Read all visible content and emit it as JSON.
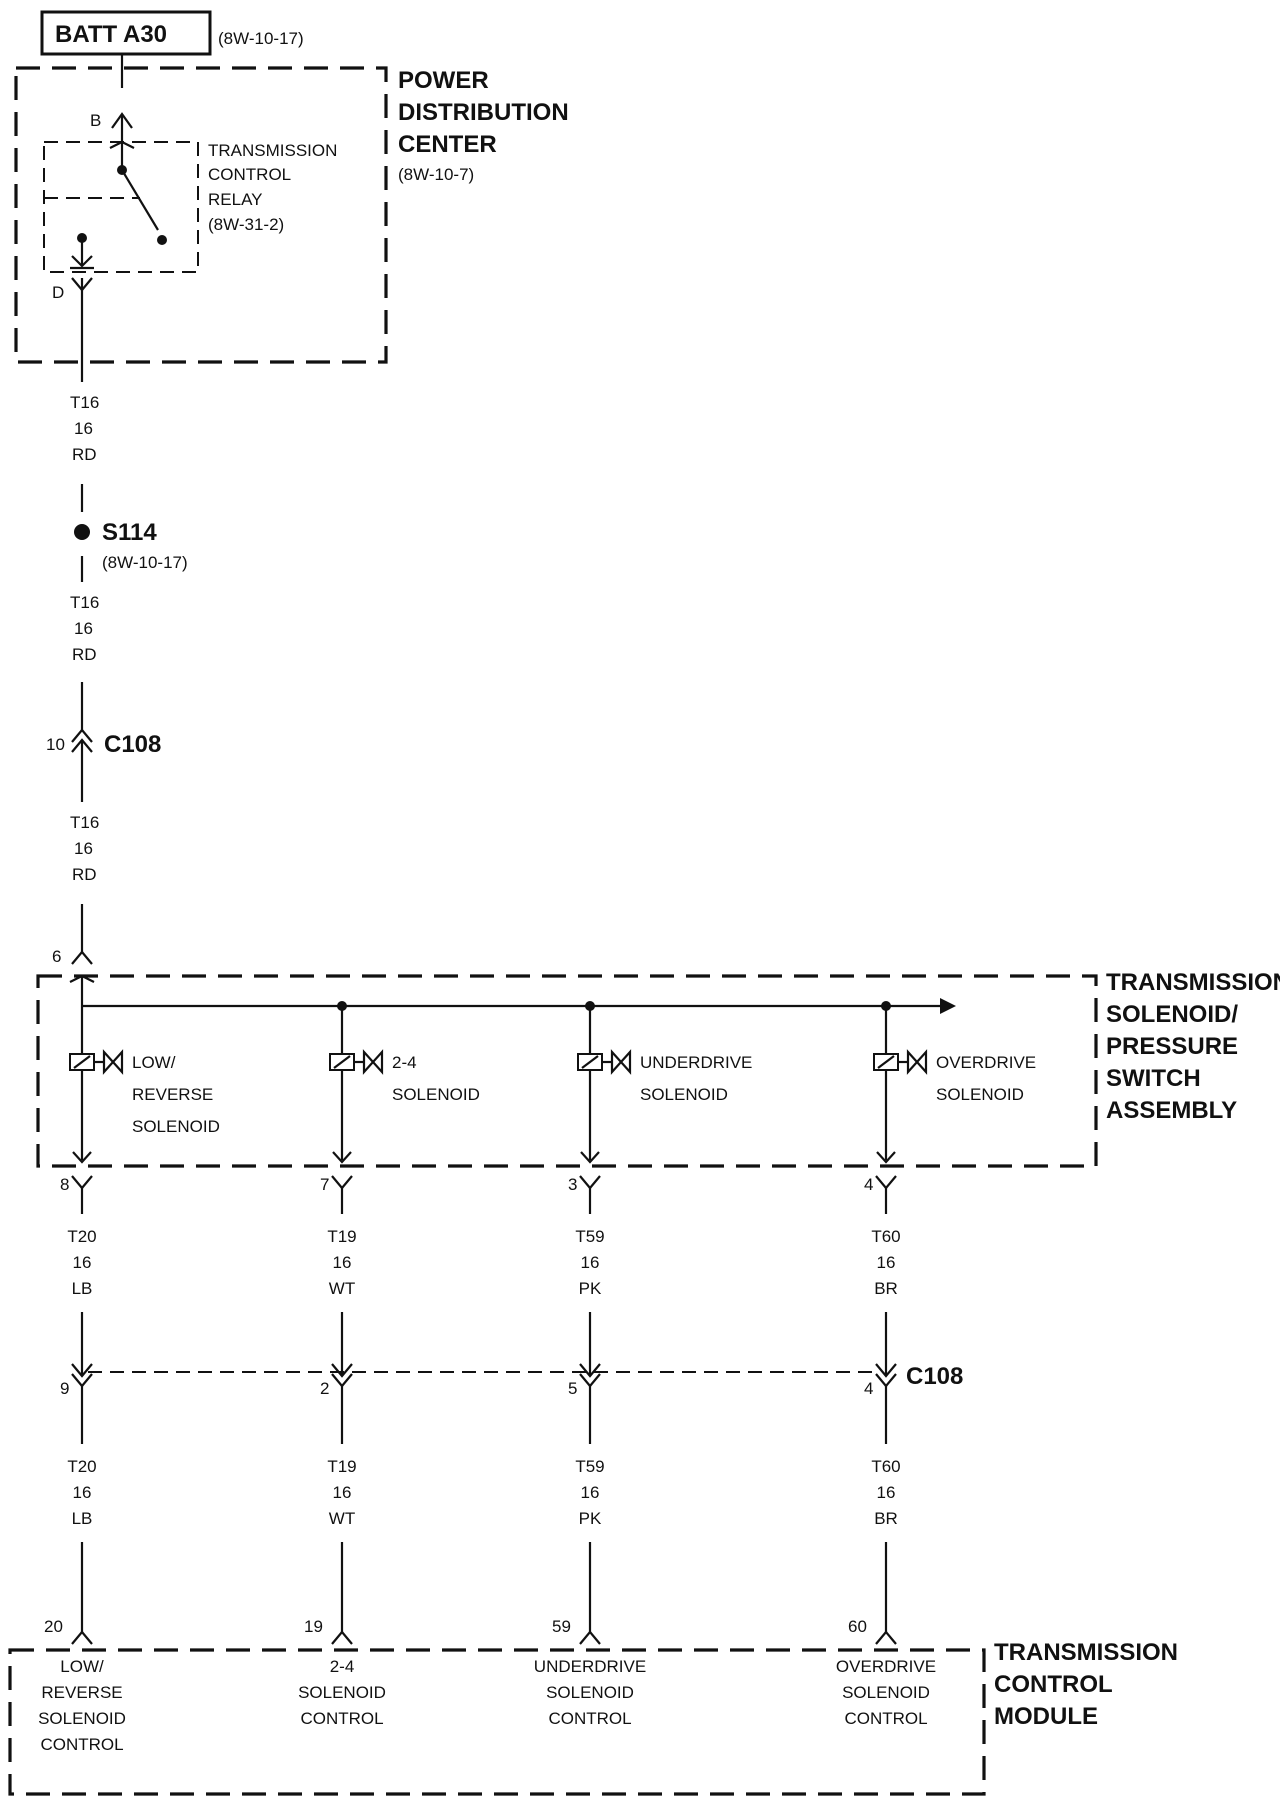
{
  "batt": {
    "label": "BATT A30",
    "ref": "(8W-10-17)"
  },
  "pdc": {
    "line1": "POWER",
    "line2": "DISTRIBUTION",
    "line3": "CENTER",
    "ref": "(8W-10-7)",
    "pin_top": "B",
    "pin_bottom": "D"
  },
  "relay": {
    "line1": "TRANSMISSION",
    "line2": "CONTROL",
    "line3": "RELAY",
    "ref": "(8W-31-2)"
  },
  "wire_t16": {
    "circuit": "T16",
    "gauge": "16",
    "color": "RD"
  },
  "splice": {
    "label": "S114",
    "ref": "(8W-10-17)"
  },
  "c108_top": {
    "label": "C108",
    "pin": "10"
  },
  "assembly": {
    "line1": "TRANSMISSION",
    "line2": "SOLENOID/",
    "line3": "PRESSURE",
    "line4": "SWITCH",
    "line5": "ASSEMBLY",
    "pin_in": "6"
  },
  "solenoids": [
    {
      "l1": "LOW/",
      "l2": "REVERSE",
      "l3": "SOLENOID",
      "pin_out": "8",
      "circuit": "T20",
      "gauge": "16",
      "color": "LB",
      "c108_pin": "9",
      "tcm_pin": "20",
      "tcm1": "LOW/",
      "tcm2": "REVERSE",
      "tcm3": "SOLENOID",
      "tcm4": "CONTROL"
    },
    {
      "l1": "2-4",
      "l2": "SOLENOID",
      "l3": "",
      "pin_out": "7",
      "circuit": "T19",
      "gauge": "16",
      "color": "WT",
      "c108_pin": "2",
      "tcm_pin": "19",
      "tcm1": "2-4",
      "tcm2": "SOLENOID",
      "tcm3": "CONTROL",
      "tcm4": ""
    },
    {
      "l1": "UNDERDRIVE",
      "l2": "SOLENOID",
      "l3": "",
      "pin_out": "3",
      "circuit": "T59",
      "gauge": "16",
      "color": "PK",
      "c108_pin": "5",
      "tcm_pin": "59",
      "tcm1": "UNDERDRIVE",
      "tcm2": "SOLENOID",
      "tcm3": "CONTROL",
      "tcm4": ""
    },
    {
      "l1": "OVERDRIVE",
      "l2": "SOLENOID",
      "l3": "",
      "pin_out": "4",
      "circuit": "T60",
      "gauge": "16",
      "color": "BR",
      "c108_pin": "4",
      "tcm_pin": "60",
      "tcm1": "OVERDRIVE",
      "tcm2": "SOLENOID",
      "tcm3": "CONTROL",
      "tcm4": ""
    }
  ],
  "c108_bottom": {
    "label": "C108"
  },
  "tcm": {
    "line1": "TRANSMISSION",
    "line2": "CONTROL",
    "line3": "MODULE"
  }
}
